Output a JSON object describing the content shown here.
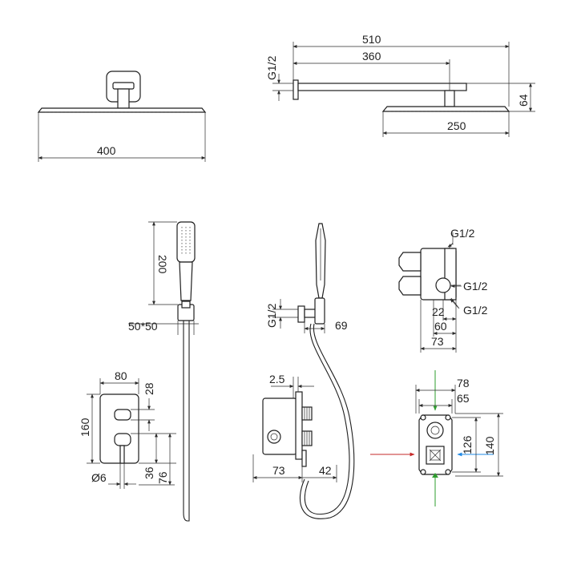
{
  "views": {
    "top": {
      "head_width": "400",
      "total_length": "510",
      "arm_length": "360",
      "thread_top": "G1/2",
      "height": "64",
      "head_side_width": "250"
    },
    "hand_shower": {
      "length": "200",
      "bracket": "50*50"
    },
    "mixer_plate": {
      "width": "80",
      "height": "160",
      "lever_offset": "28",
      "pin": "Ø6",
      "dim_36": "36",
      "dim_76": "76"
    },
    "side": {
      "thread": "G1/2",
      "outlet": "69",
      "wall_offset": "2.5",
      "body_depth": "73",
      "extension": "42"
    },
    "valve_body": {
      "thread_a": "G1/2",
      "thread_b": "G1/2",
      "thread_c": "G1/2",
      "dim_22": "22",
      "dim_60": "60",
      "dim_73": "73"
    },
    "valve_front": {
      "width_outer": "78",
      "width_inner": "65",
      "height_inner": "126",
      "height_outer": "140"
    }
  },
  "colors": {
    "hot_arrow": "#c62828",
    "cold_arrow": "#1e88e5",
    "outlet_arrow": "#2e9d2e"
  }
}
